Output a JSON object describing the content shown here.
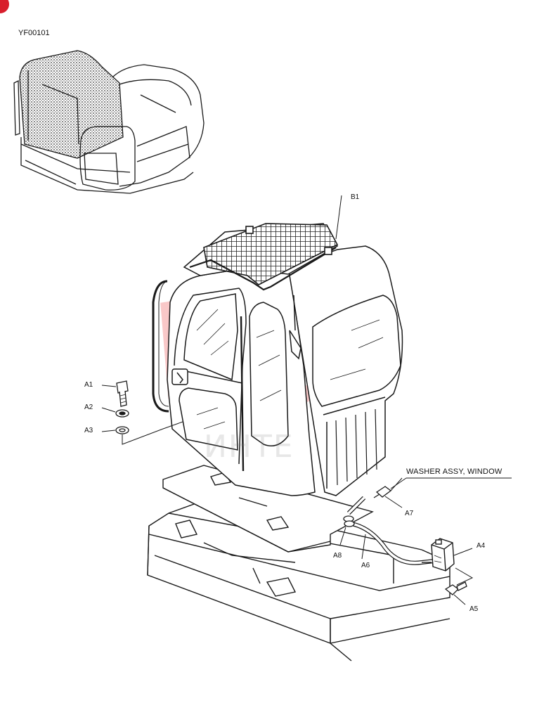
{
  "sheet_code": "YF00101",
  "watermark_text": "ИНТЕ",
  "colors": {
    "ink": "#1a1a1a",
    "watermark": "#e83a3a",
    "corner_badge": "#d81e2c"
  },
  "callouts": {
    "a1": "A1",
    "a2": "A2",
    "a3": "A3",
    "a4": "A4",
    "a5": "A5",
    "a6": "A6",
    "a7": "A7",
    "a8": "A8",
    "b1": "B1"
  },
  "washer_assy_label": "WASHER ASSY, WINDOW"
}
